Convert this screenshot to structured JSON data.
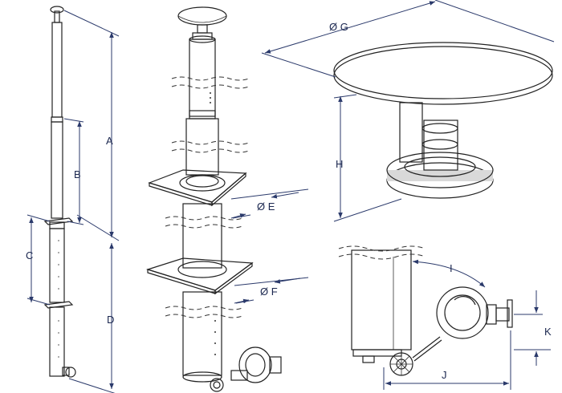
{
  "labels": {
    "a": "A",
    "b": "B",
    "c": "C",
    "d": "D",
    "e": "Ø E",
    "f": "Ø F",
    "g": "Ø G",
    "h": "H",
    "i": "I",
    "j": "J",
    "k": "K"
  },
  "colors": {
    "dimension_line": "#2b3a6b",
    "part_fill_light": "#e8e8e8",
    "part_fill_mid": "#cfcfcf",
    "part_fill_dark": "#9a9a9a",
    "outline": "#222222"
  }
}
